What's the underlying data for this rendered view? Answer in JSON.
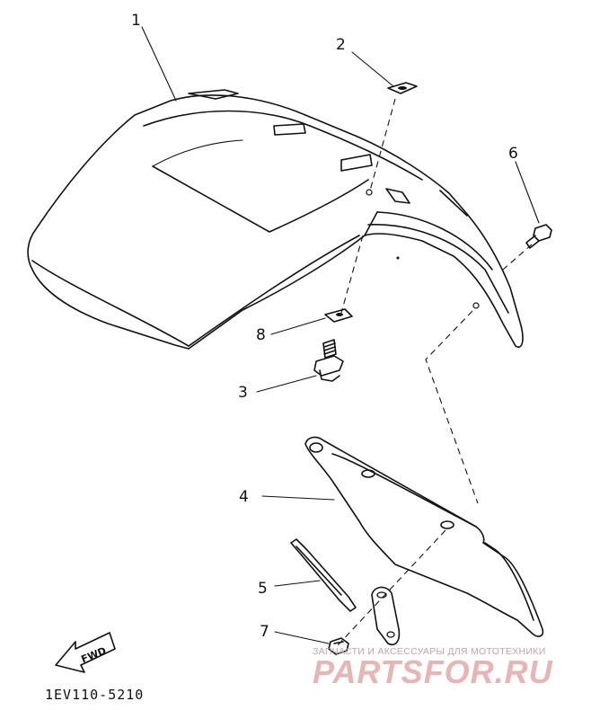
{
  "callouts": {
    "c1": "1",
    "c2": "2",
    "c3": "3",
    "c4": "4",
    "c5": "5",
    "c6": "6",
    "c7": "7",
    "c8": "8"
  },
  "fwd_label": "FWD",
  "diagram_code": "1EV110-5210",
  "watermark": {
    "tagline": "ЗАПЧАСТИ И АКСЕССУАРЫ ДЛЯ МОТОТЕХНИКИ",
    "brand": "PARTSFOR.RU"
  },
  "icons": {
    "fwd_arrow": "fwd-arrow-icon"
  }
}
